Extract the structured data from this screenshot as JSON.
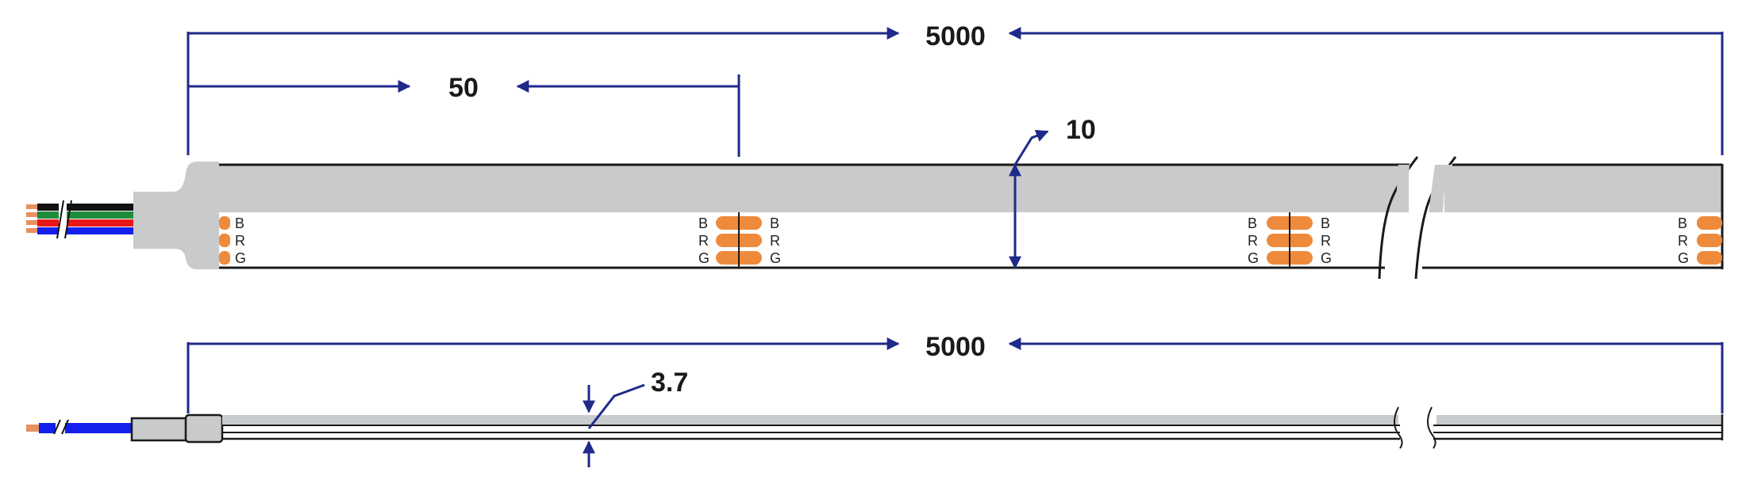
{
  "dimensions": {
    "top_length": "5000",
    "cut_length": "50",
    "width": "10",
    "bottom_length": "5000",
    "thickness": "3.7"
  },
  "pad_labels": {
    "b": "B",
    "r": "R",
    "g": "G"
  },
  "colors": {
    "dimension_line": "#1f2a8a",
    "strip_fill": "#c8cacc",
    "outline": "#1a1a1a",
    "pad": "#ee8a3c",
    "wire_blue": "#1420ee",
    "wire_red": "#e81818",
    "wire_green": "#1e8c3c",
    "wire_black": "#111111",
    "wire_copper": "#e89060"
  }
}
